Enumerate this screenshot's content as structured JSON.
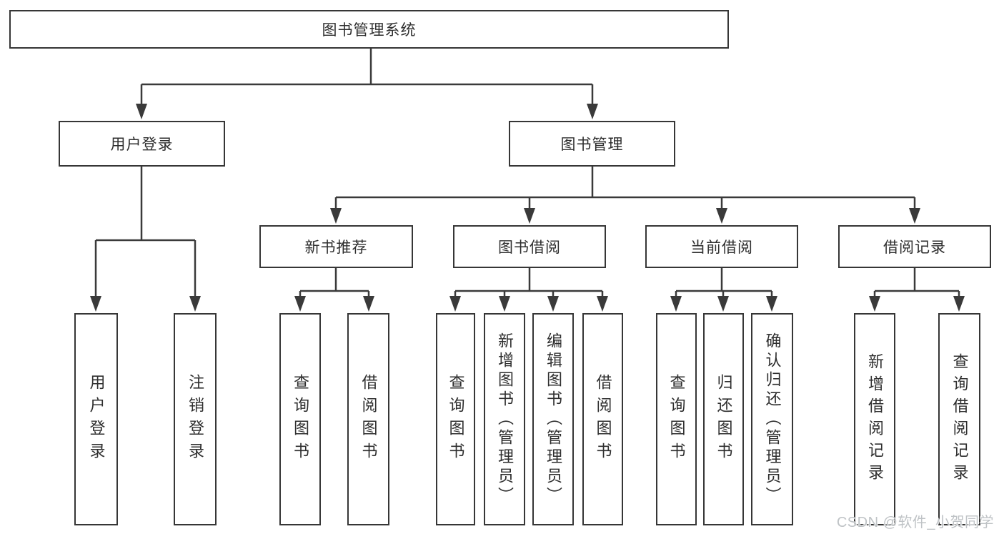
{
  "title": "图书管理系统",
  "watermark": "CSDN @软件_小贺同学",
  "colors": {
    "line": "#3a3a3a",
    "box_border": "#363636",
    "text": "#2e2e2e",
    "background": "#ffffff",
    "watermark_text": "#bfc3c6"
  },
  "nodes": {
    "root": {
      "label": "图书管理系统"
    },
    "level2": [
      {
        "label": "用户登录"
      },
      {
        "label": "图书管理"
      }
    ],
    "level3": [
      {
        "label": "新书推荐"
      },
      {
        "label": "图书借阅"
      },
      {
        "label": "当前借阅"
      },
      {
        "label": "借阅记录"
      }
    ],
    "leaves_user_login": [
      {
        "label": "用户登录"
      },
      {
        "label": "注销登录"
      }
    ],
    "leaves_new_book": [
      {
        "label": "查询图书"
      },
      {
        "label": "借阅图书"
      }
    ],
    "leaves_book_borrow": [
      {
        "label": "查询图书"
      },
      {
        "label": "新增图书（管理员）"
      },
      {
        "label": "编辑图书（管理员）"
      },
      {
        "label": "借阅图书"
      }
    ],
    "leaves_current_borrow": [
      {
        "label": "查询图书"
      },
      {
        "label": "归还图书"
      },
      {
        "label": "确认归还（管理员）"
      }
    ],
    "leaves_borrow_records": [
      {
        "label": "新增借阅记录"
      },
      {
        "label": "查询借阅记录"
      }
    ]
  }
}
